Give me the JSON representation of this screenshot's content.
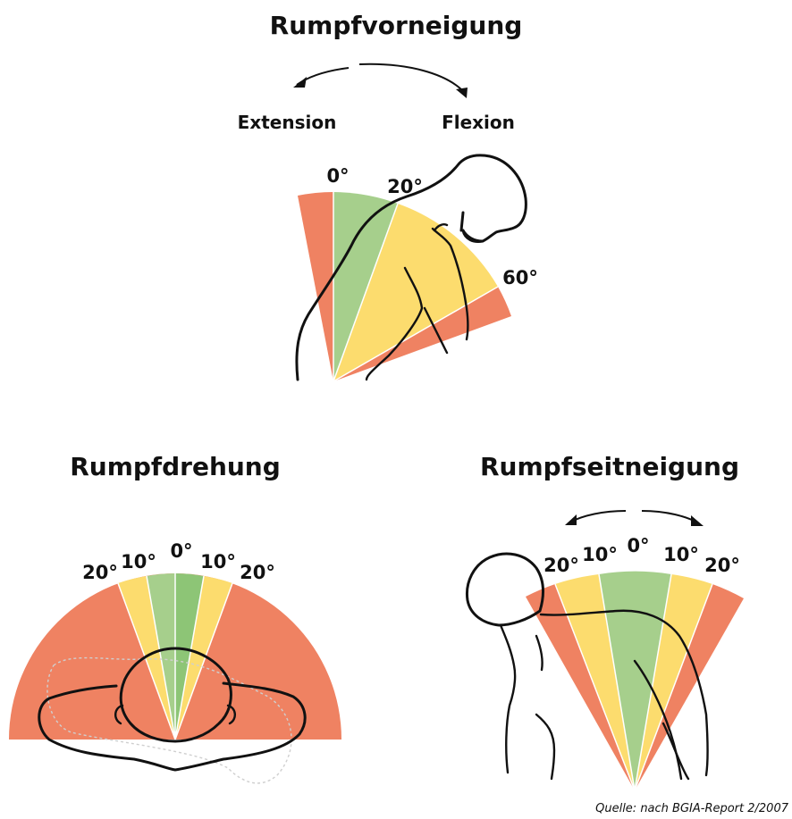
{
  "colors": {
    "red": "#ef8262",
    "yellow": "#fcdc6e",
    "green": "#a6cf8c",
    "green_dark": "#8dc576"
  },
  "source": "Quelle: nach BGIA-Report 2/2007",
  "panels": {
    "forward_bend": {
      "title": "Rumpfvorneigung",
      "direction_left": "Extension",
      "direction_right": "Flexion",
      "angles": [
        "0°",
        "20°",
        "60°"
      ]
    },
    "rotation": {
      "title": "Rumpfdrehung",
      "angles": [
        "20°",
        "10°",
        "0°",
        "10°",
        "20°"
      ]
    },
    "side_bend": {
      "title": "Rumpfseitneigung",
      "angles": [
        "20°",
        "10°",
        "0°",
        "10°",
        "20°"
      ]
    }
  }
}
